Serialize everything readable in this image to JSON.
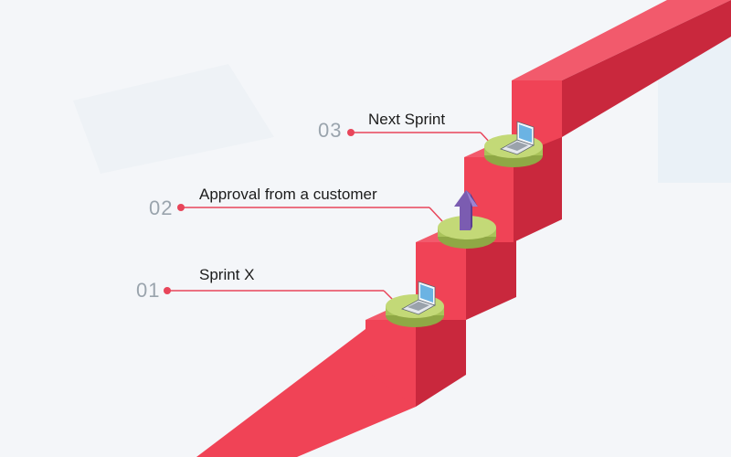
{
  "colors": {
    "background": "#f4f6f9",
    "stair_front": "#f04356",
    "stair_top": "#f25a6c",
    "stair_side": "#c9283d",
    "platform": "#a9c35a",
    "platform_top": "#c3d977",
    "connector": "#e8455a",
    "arrow": "#7b5cb1"
  },
  "steps": [
    {
      "number": "01",
      "label": "Sprint X",
      "icon": "laptop-icon"
    },
    {
      "number": "02",
      "label": "Approval from a customer",
      "icon": "up-arrow-icon"
    },
    {
      "number": "03",
      "label": "Next Sprint",
      "icon": "laptop-icon"
    }
  ]
}
